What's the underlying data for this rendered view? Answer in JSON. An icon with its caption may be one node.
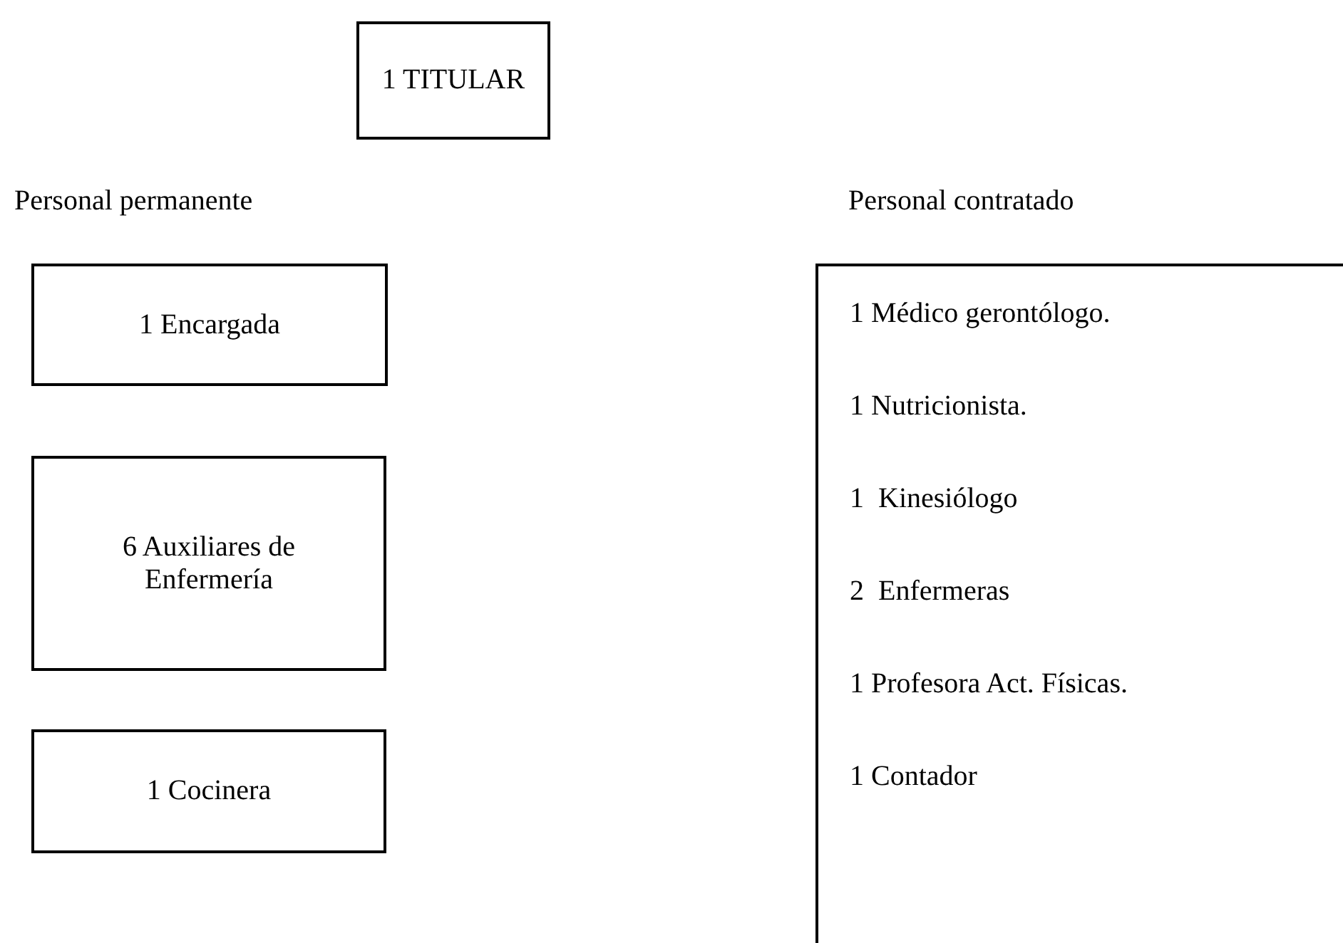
{
  "diagram": {
    "nodes": [
      {
        "text": [
          "1 TITULAR"
        ]
      },
      {
        "text": [
          "1 Encargada"
        ]
      },
      {
        "text": [
          "6 Auxiliares de Enfermería"
        ]
      },
      {
        "text": [
          "1 Cocinera"
        ]
      },
      {
        "text": [
          "1 Médico gerontólogo.",
          "1 Nutricionista.",
          "1  Kinesiólogo",
          "2  Enfermeras",
          "1 Profesora Act. Físicas.",
          "1 Contador"
        ]
      }
    ],
    "edges": [],
    "labels": [
      "Personal permanente",
      "Personal contratado"
    ]
  }
}
